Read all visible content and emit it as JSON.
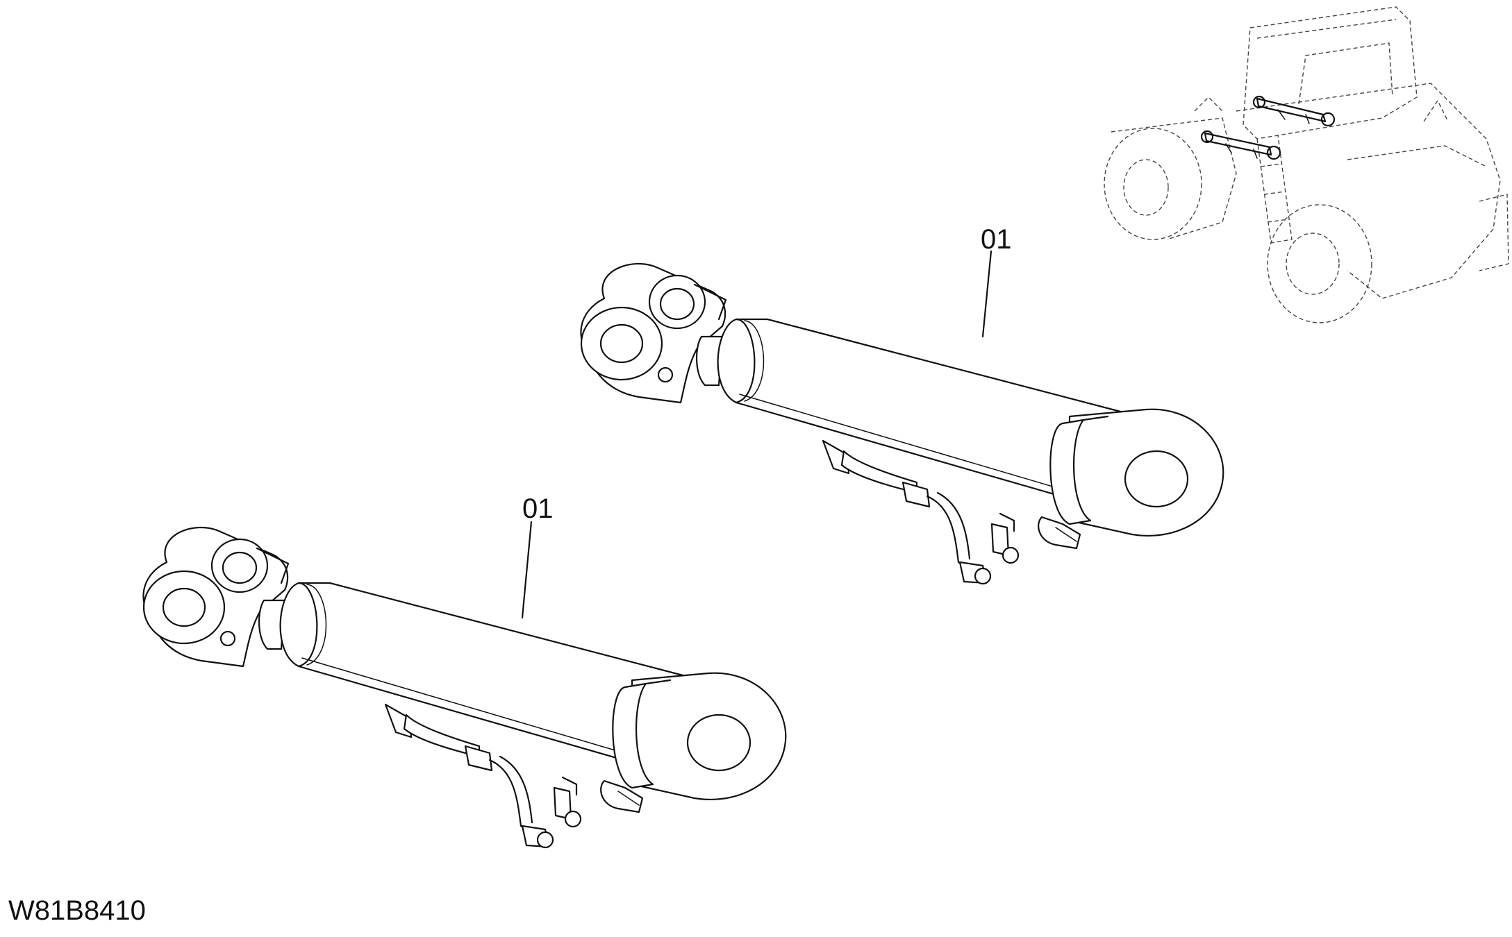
{
  "drawing_number": "W81B8410",
  "callouts": [
    {
      "id": "upper",
      "label": "01"
    },
    {
      "id": "lower",
      "label": "01"
    }
  ],
  "colors": {
    "line": "#111111",
    "background": "#ffffff",
    "dashed": "#444444"
  }
}
